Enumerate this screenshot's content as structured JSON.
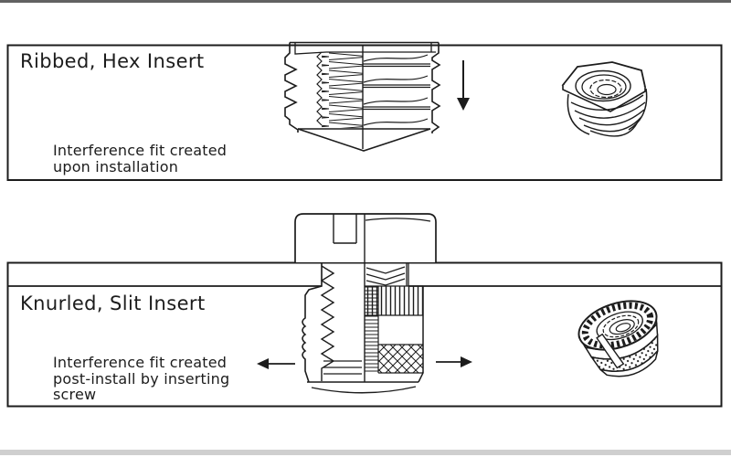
{
  "colors": {
    "line": "#1c1c1c",
    "background": "#ffffff",
    "scan_band_top": "#474747",
    "scan_band_bottom": "#a8a8a8"
  },
  "panels": [
    {
      "id": "ribbed-hex",
      "title": "Ribbed, Hex Insert",
      "caption_lines": [
        "Interference fit created",
        "upon installation"
      ],
      "arrow_icons": [
        "down-arrow"
      ],
      "figures": [
        "ribbed-hex-insert-cross-section",
        "ribbed-hex-insert-3d-view"
      ]
    },
    {
      "id": "knurled-slit",
      "title": "Knurled, Slit Insert",
      "caption_lines": [
        "Interference fit created",
        "post-install by inserting",
        "screw"
      ],
      "arrow_icons": [
        "left-arrow",
        "right-arrow"
      ],
      "figures": [
        "knurled-slit-insert-cross-section",
        "screw-head",
        "knurled-slit-insert-3d-view"
      ]
    }
  ]
}
